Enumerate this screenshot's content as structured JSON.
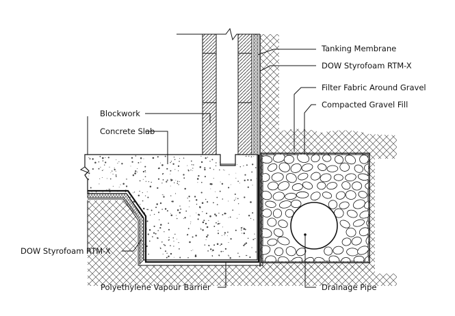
{
  "labels": {
    "tanking_membrane": "Tanking Membrane",
    "styrofoam_top": "DOW Styrofoam RTM-X",
    "filter_fabric": "Filter Fabric Around Gravel",
    "compacted_gravel": "Compacted Gravel Fill",
    "blockwork": "Blockwork",
    "concrete_slab": "Concrete Slab",
    "styrofoam_left": "DOW Styrofoam RTM-X",
    "vapour_barrier": "Polyethylene Vapour Barrier",
    "drainage_pipe": "Drainage Pipe"
  },
  "colors": {
    "line": "#111111",
    "hatch": "#555555",
    "concrete_speckle": "#444444",
    "background": "#ffffff"
  }
}
